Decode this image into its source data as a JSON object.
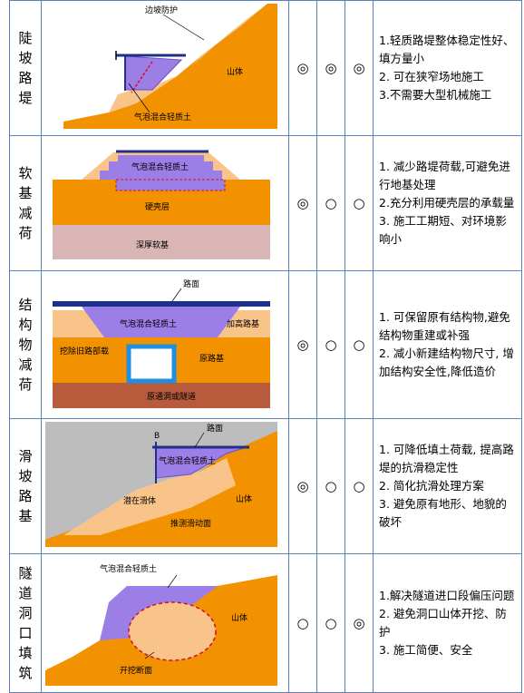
{
  "rows": [
    {
      "name": [
        "陡",
        "坡",
        "路",
        "堤"
      ],
      "labels": {
        "a": "边坡防护",
        "b": "山体",
        "c": "气泡混合轻质土"
      },
      "symbols": [
        "◎",
        "◎",
        "◎"
      ],
      "desc": [
        "1.轻质路堤整体稳定性好、填方量小",
        "2. 可在狭窄场地施工",
        "3.不需要大型机械施工"
      ]
    },
    {
      "name": [
        "软",
        "基",
        "减",
        "荷"
      ],
      "labels": {
        "a": "气泡混合轻质土",
        "b": "硬壳层",
        "c": "深厚软基"
      },
      "symbols": [
        "◎",
        "○",
        "○"
      ],
      "desc": [
        "1. 减少路堤荷载,可避免进行地基处理",
        "2.充分利用硬壳层的承载量",
        "3. 施工工期短、对环境影响小"
      ]
    },
    {
      "name": [
        "结",
        "构",
        "物",
        "减",
        "荷"
      ],
      "labels": {
        "a": "路面",
        "b": "气泡混合轻质土",
        "c": "加高路基",
        "d": "挖除旧路部载",
        "e": "原路基",
        "f": "原通洞或隧道"
      },
      "symbols": [
        "◎",
        "○",
        "○"
      ],
      "desc": [
        "1. 可保留原有结构物,避免结构物重建或补强",
        "2. 减小新建结构物尺寸, 增加结构安全性,降低造价"
      ]
    },
    {
      "name": [
        "滑",
        "坡",
        "路",
        "基"
      ],
      "labels": {
        "a": "路面",
        "b": "气泡混合轻质土",
        "c": "山体",
        "d": "潜在滑体",
        "e": "推测滑动面"
      },
      "symbols": [
        "◎",
        "○",
        "○"
      ],
      "desc": [
        "1. 可降低填土荷载, 提高路堤的抗滑稳定性",
        "2. 简化抗滑处理方案",
        "3. 避免原有地形、地貌的破坏"
      ]
    },
    {
      "name": [
        "隧",
        "道",
        "洞",
        "口",
        "填",
        "筑"
      ],
      "labels": {
        "a": "气泡混合轻质土",
        "b": "山体",
        "c": "开挖断面"
      },
      "symbols": [
        "○",
        "○",
        "◎"
      ],
      "desc": [
        "1.解决隧道进口段偏压问题",
        "2. 避免洞口山体开挖、防护",
        "3. 施工简便、安全"
      ]
    }
  ]
}
